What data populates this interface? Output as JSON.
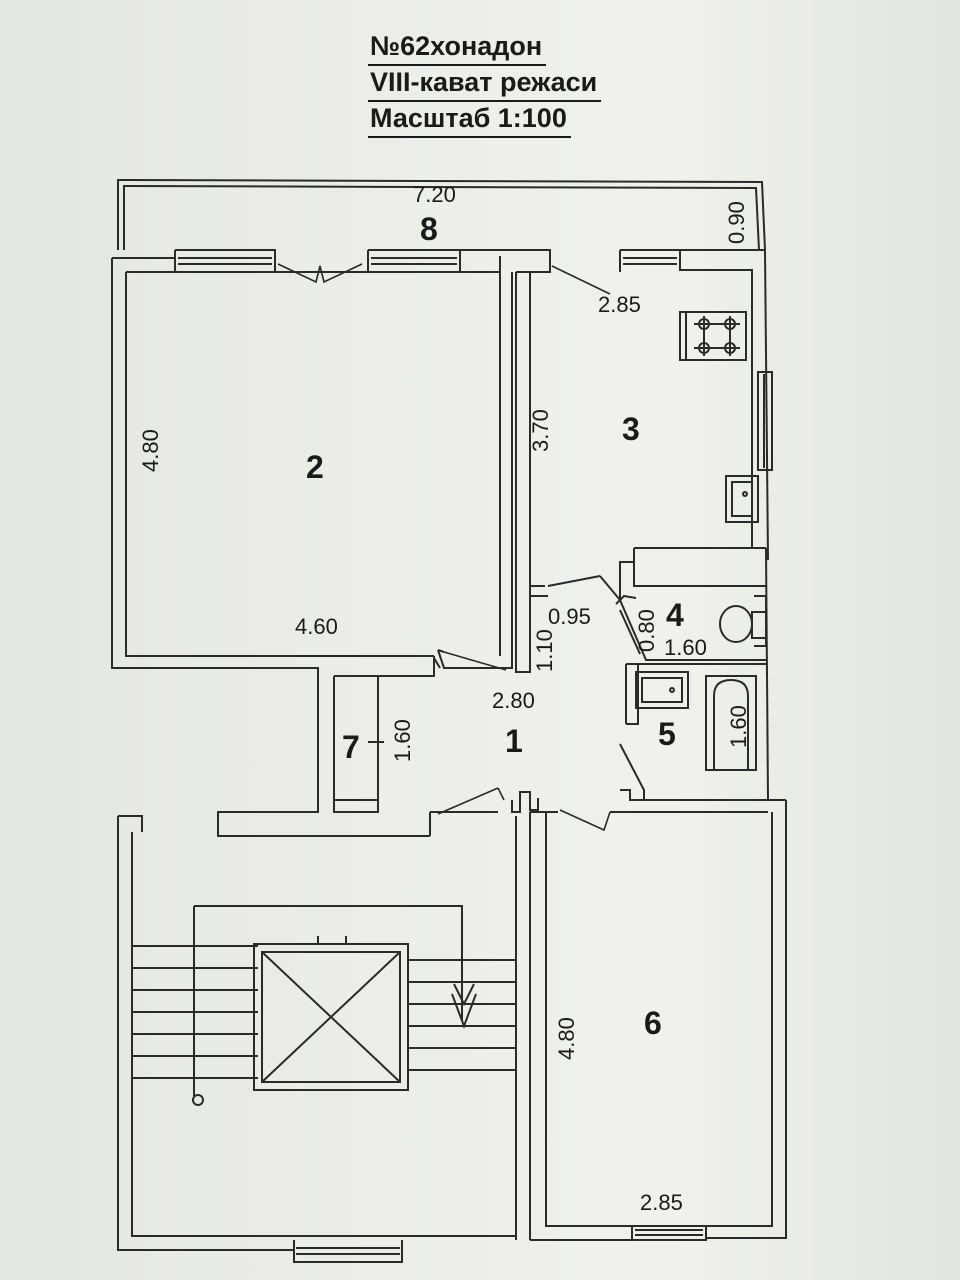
{
  "header": {
    "line1": "№62хонадон",
    "line2": "VIII-кават режаси",
    "line3": "Масштаб 1:100"
  },
  "rooms": {
    "r1": "1",
    "r2": "2",
    "r3": "3",
    "r4": "4",
    "r5": "5",
    "r6": "6",
    "r7": "7",
    "r8": "8"
  },
  "dimensions": {
    "balcony_length": "7.20",
    "balcony_depth": "0.90",
    "kitchen_width": "2.85",
    "kitchen_length": "3.70",
    "room2_height": "4.80",
    "room2_width": "4.60",
    "hall_width": "2.80",
    "hall_depth": "1.10",
    "wc_width": "0.95",
    "wc_depth": "0.80",
    "wc_length": "1.60",
    "bath_length": "1.60",
    "closet_length": "1.60",
    "room6_height": "4.80",
    "room6_width": "2.85"
  }
}
